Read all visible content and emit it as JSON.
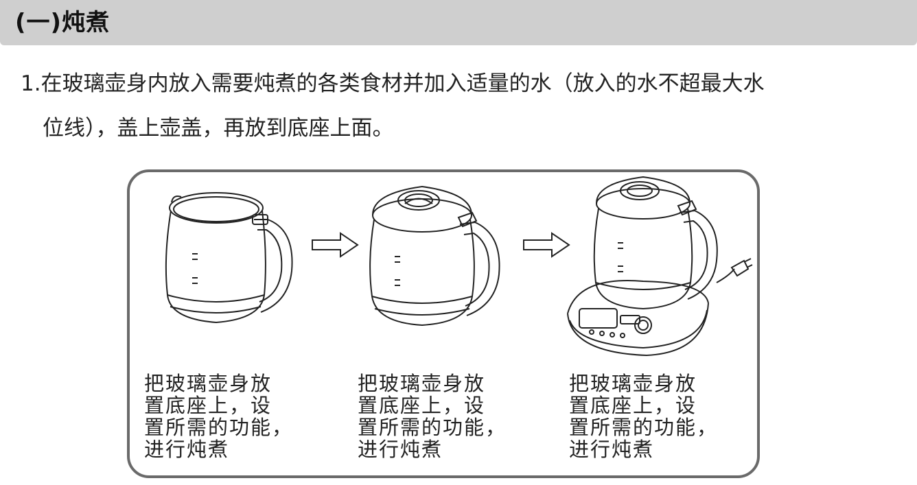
{
  "section": {
    "title": "(一)炖煮"
  },
  "instruction": {
    "line1": "1.在玻璃壶身内放入需要炖煮的各类食材并加入适量的水（放入的水不超最大水",
    "line2": "位线），盖上壶盖，再放到底座上面。"
  },
  "steps": [
    {
      "caption": [
        "把玻璃壶身放",
        "置底座上，设",
        "置所需的功能，",
        "进行炖煮"
      ]
    },
    {
      "caption": [
        "把玻璃壶身放",
        "置底座上，设",
        "置所需的功能，",
        "进行炖煮"
      ]
    },
    {
      "caption": [
        "把玻璃壶身放",
        "置底座上，设",
        "置所需的功能，",
        "进行炖煮"
      ]
    }
  ]
}
